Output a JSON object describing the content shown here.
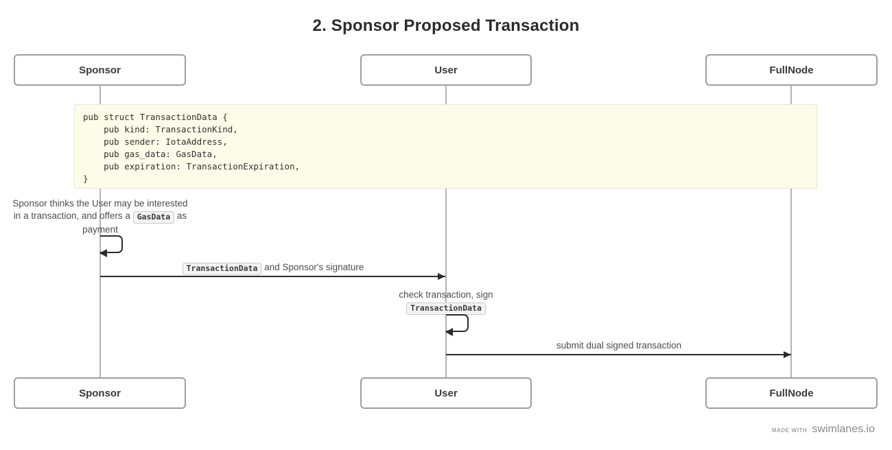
{
  "title": "2. Sponsor Proposed Transaction",
  "actors": [
    "Sponsor",
    "User",
    "FullNode"
  ],
  "code_note": {
    "code": "pub struct TransactionData {\n    pub kind: TransactionKind,\n    pub sender: IotaAddress,\n    pub gas_data: GasData,\n    pub expiration: TransactionExpiration,\n}"
  },
  "note_sponsor": {
    "line1": "Sponsor thinks the User may be interested",
    "line2_before_badge": "in a transaction, and offers a",
    "badge": "GasData",
    "line2_after_badge": "as",
    "line3": "payment"
  },
  "arrow_sponsor_user": {
    "badge": "TransactionData",
    "label": "and Sponsor's signature"
  },
  "note_user": {
    "line1": "check transaction, sign",
    "badge": "TransactionData"
  },
  "arrow_user_fullnode": {
    "label": "submit dual signed transaction"
  },
  "footer": {
    "made_with": "MADE WITH",
    "brand": "swimlanes.io"
  },
  "colors": {
    "arrow": "#2b2b2b",
    "lifeline": "#b3b3b3",
    "box_border": "#9e9e9e",
    "code_bg": "#fdfce9",
    "code_border": "#eae7d2",
    "badge_bg": "#f3f3f3",
    "badge_border": "#c8c8c8"
  }
}
